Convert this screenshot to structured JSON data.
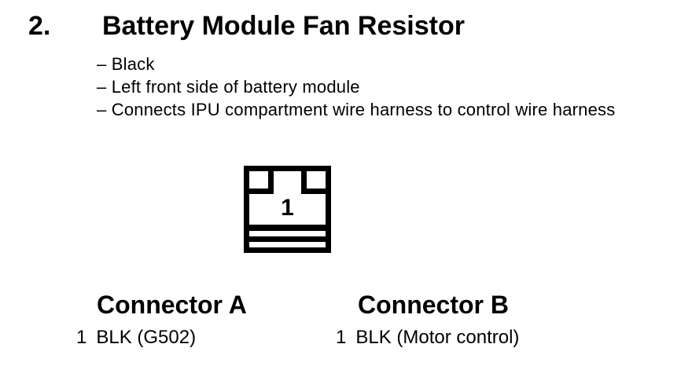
{
  "page": {
    "background": "#ffffff",
    "text_color": "#000000"
  },
  "section": {
    "number": "2.",
    "title": "Battery Module Fan Resistor"
  },
  "details": {
    "items": [
      "– Black",
      "– Left front side of battery module",
      "– Connects IPU compartment wire harness to control wire harness"
    ]
  },
  "diagram": {
    "pin_label": "1",
    "outline_color": "#000000",
    "fill_color": "#ffffff"
  },
  "connectors": [
    {
      "title": "Connector A",
      "pins": [
        {
          "number": "1",
          "label": "BLK (G502)"
        }
      ]
    },
    {
      "title": "Connector B",
      "pins": [
        {
          "number": "1",
          "label": "BLK (Motor control)"
        }
      ]
    }
  ]
}
